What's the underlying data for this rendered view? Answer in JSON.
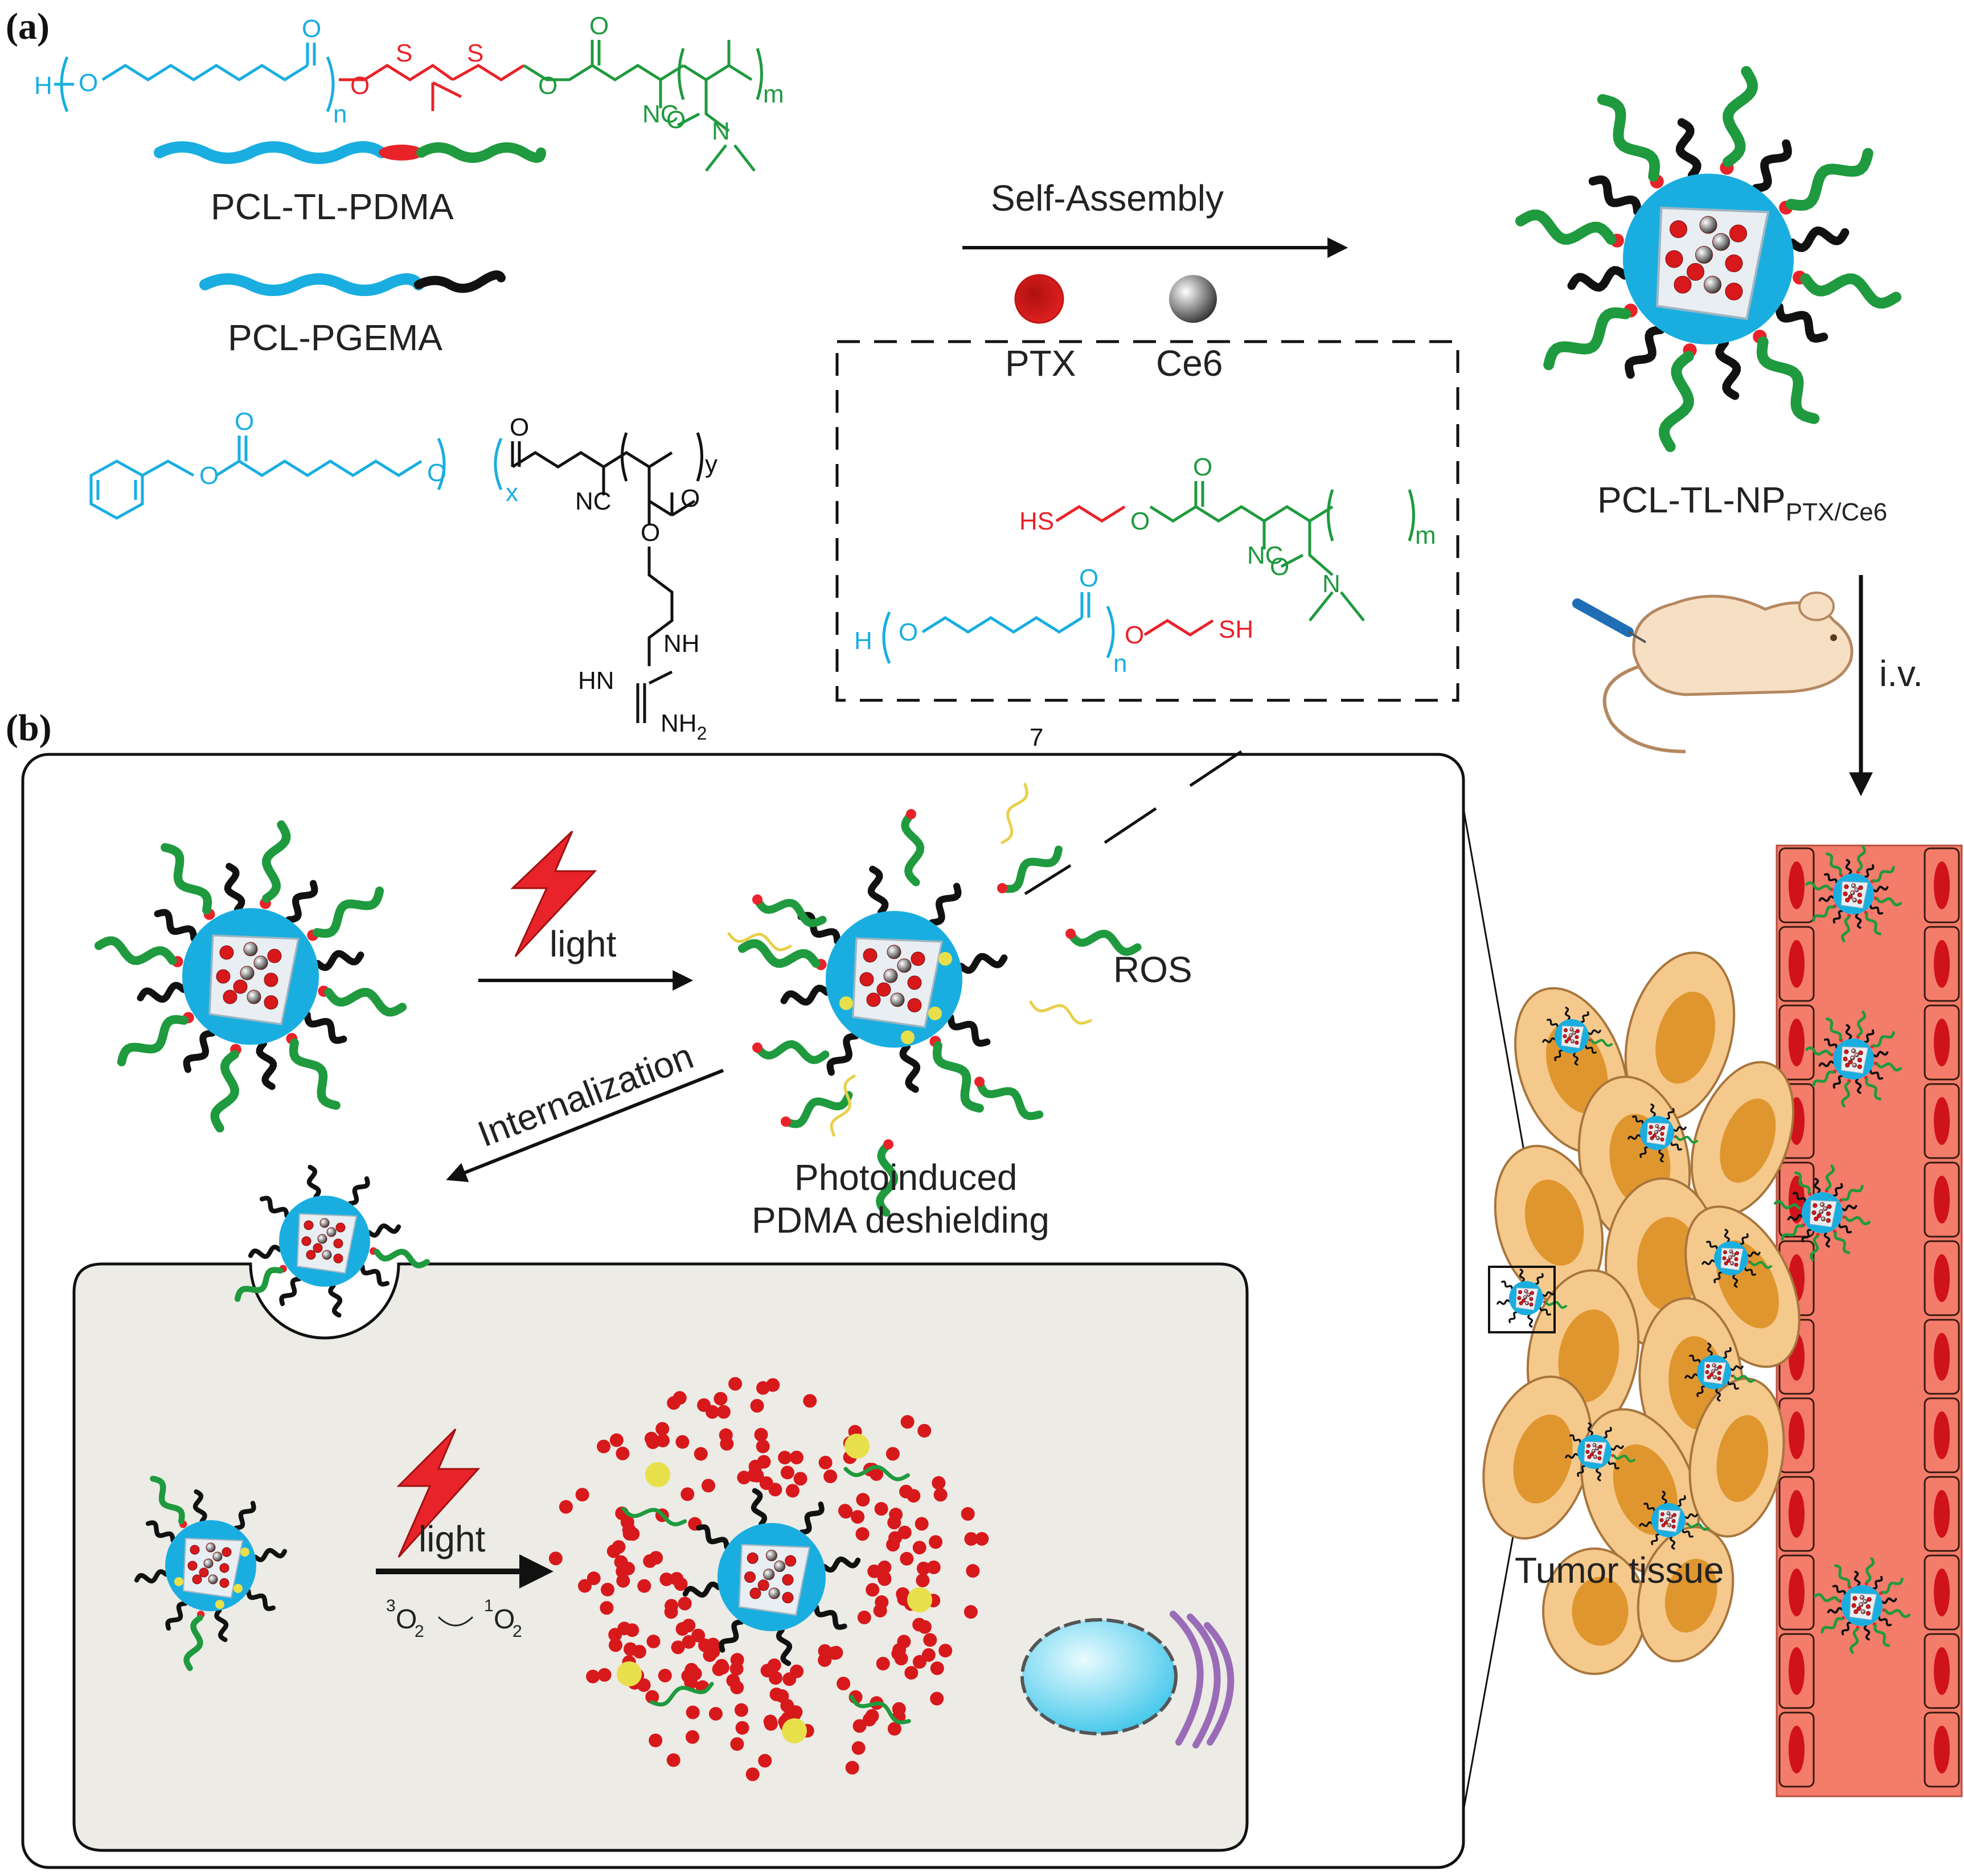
{
  "panels": {
    "a": "(a)",
    "b": "(b)"
  },
  "polymers": {
    "pcl_tl_pdma": "PCL-TL-PDMA",
    "pcl_pgema": "PCL-PGEMA"
  },
  "chem_labels": {
    "h": "H",
    "o": "O",
    "s": "S",
    "n": "n",
    "m": "m",
    "x": "x",
    "y": "y",
    "nc": "NC",
    "n_atom": "N",
    "nh": "NH",
    "hn": "HN",
    "nh2": "NH",
    "sub2": "2",
    "hs": "HS",
    "sh": "SH",
    "seven": "7"
  },
  "assembly": {
    "arrow_label": "Self-Assembly",
    "ptx": "PTX",
    "ce6": "Ce6"
  },
  "nanoparticle": {
    "label": "PCL-TL-NP",
    "subscript": "PTX/Ce6"
  },
  "injection": {
    "route": "i.v."
  },
  "process": {
    "light1": "light",
    "ros": "ROS",
    "internalization": "Internalization",
    "deshield_line1": "Photoinduced",
    "deshield_line2": "PDMA deshielding",
    "light2": "light",
    "o2_sup": "3",
    "o2": "O",
    "o2_sub": "2",
    "singlet_sup": "1",
    "singlet": "O",
    "singlet_sub": "2"
  },
  "tissue": {
    "label": "Tumor tissue"
  },
  "colors": {
    "pcl": "#1aaee0",
    "linker": "#e8232a",
    "pdma": "#1f9a3e",
    "pgema": "#111111",
    "drug": "#d7191c",
    "ros": "#e8e04a",
    "vessel": "#f47c6a",
    "tumor_cell": "#f5c98c",
    "cytoplasm": "#ecebe6"
  }
}
